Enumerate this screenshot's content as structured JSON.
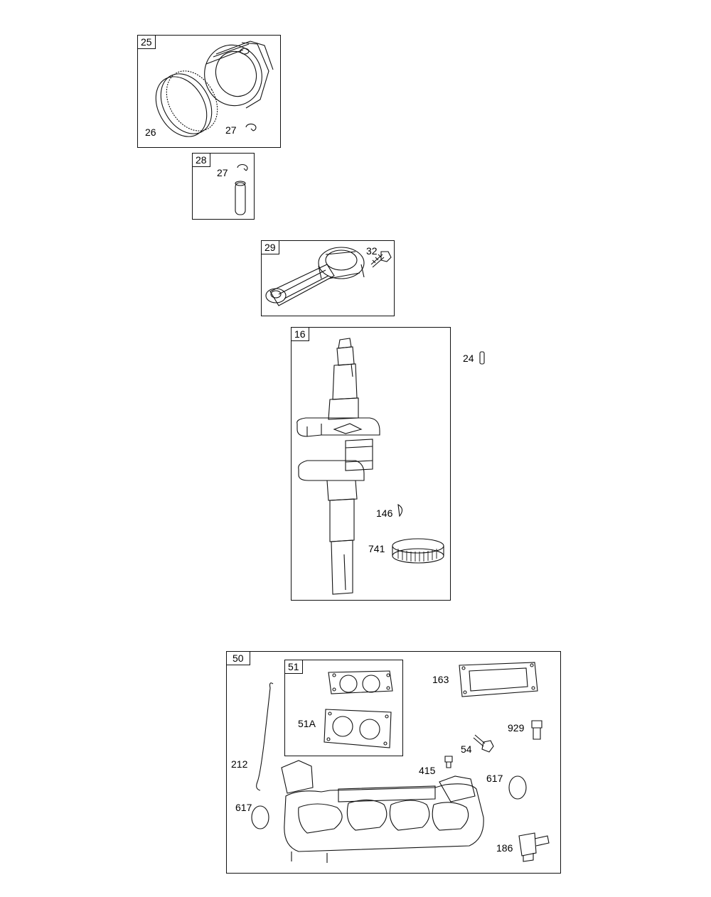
{
  "groups": {
    "piston": {
      "tag": "25"
    },
    "pin": {
      "tag": "28"
    },
    "conrod": {
      "tag": "29"
    },
    "crank": {
      "tag": "16"
    },
    "manifold": {
      "tag": "50"
    },
    "gaskets": {
      "tag": "51"
    }
  },
  "labels": {
    "rings": "26",
    "clip_a": "27",
    "clip_b": "27",
    "bolt32": "32",
    "key24": "24",
    "key146": "146",
    "gear741": "741",
    "gasket51a": "51A",
    "link212": "212",
    "cover163": "163",
    "screw929": "929",
    "screw54": "54",
    "plug415": "415",
    "oring617r": "617",
    "oring617l": "617",
    "fitting186": "186"
  }
}
